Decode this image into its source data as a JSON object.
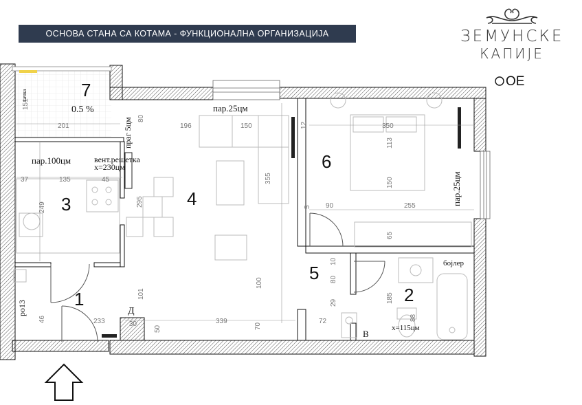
{
  "header": {
    "title": "ОСНОВА СТАНА СА КОТАМА - ФУНКЦИОНАЛНА ОРГАНИЗАЦИЈА"
  },
  "logo": {
    "line1": "ЗЕМУНСКЕ",
    "line2": "КАПИЈЕ"
  },
  "plan": {
    "corner_label": "ОЕ",
    "rooms": {
      "r1": "1",
      "r2": "2",
      "r3": "3",
      "r4": "4",
      "r5": "5",
      "r6": "6",
      "r7": "7"
    },
    "notes": {
      "slope": "0.5 %",
      "par25_living": "пар.25цм",
      "par25_bedroom": "пар.25цм",
      "par100": "пар.100цм",
      "vent": "вент.решетка",
      "vent_height": "x=230цм",
      "prag": "праг 5цм",
      "po13": "ро13",
      "kachka": "качка",
      "d": "Д",
      "v": "В",
      "x115": "x=115цм",
      "boiler": "бојлер"
    },
    "dims": {
      "d151": "151",
      "d201": "201",
      "d37": "37",
      "d135": "135",
      "d45": "45",
      "d249": "249",
      "d295": "295",
      "d196": "196",
      "d150a": "150",
      "d355": "355",
      "d101": "101",
      "d233": "233",
      "d30": "30",
      "d339": "339",
      "d50": "50",
      "d70": "70",
      "d100": "100",
      "d350": "350",
      "d113": "113",
      "d150b": "150",
      "d90": "90",
      "d255": "255",
      "d65": "65",
      "d80": "80",
      "d10": "10",
      "d29": "29",
      "d72": "72",
      "d185": "185",
      "d88": "88",
      "d12": "12",
      "d5": "5",
      "d46": "46",
      "d80b": "80"
    }
  }
}
